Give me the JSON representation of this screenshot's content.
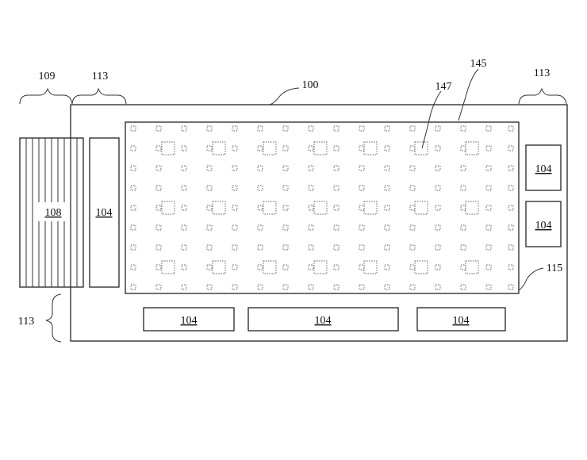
{
  "labels": {
    "ref_100": "100",
    "ref_109": "109",
    "ref_113_a": "113",
    "ref_113_b": "113",
    "ref_113_c": "113",
    "ref_145": "145",
    "ref_147": "147",
    "ref_115": "115",
    "ref_108": "108",
    "ref_104_left": "104",
    "ref_104_right_top": "104",
    "ref_104_right_bottom": "104",
    "ref_104_bottom_left": "104",
    "ref_104_bottom_mid": "104",
    "ref_104_bottom_right": "104"
  }
}
